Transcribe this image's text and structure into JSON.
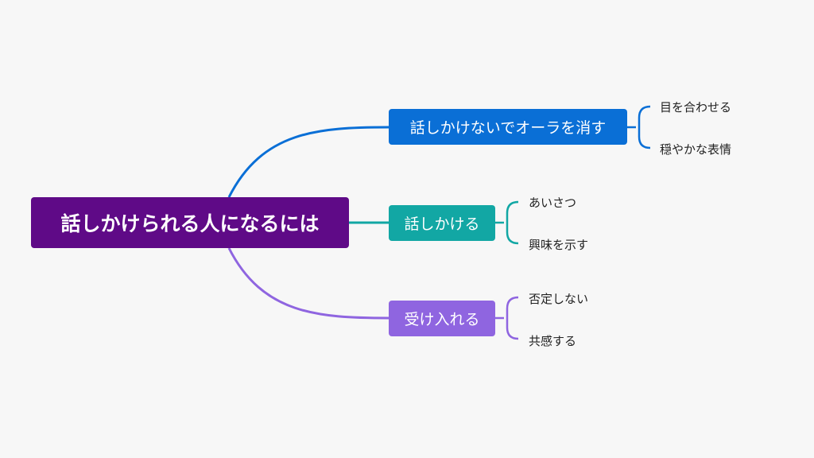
{
  "root": {
    "label": "話しかけられる人になるには",
    "color": "#5f0a87"
  },
  "branches": [
    {
      "label": "話しかけないでオーラを消す",
      "color": "#0a6fd6",
      "children": [
        "目を合わせる",
        "穏やかな表情"
      ]
    },
    {
      "label": "話しかける",
      "color": "#12a7a4",
      "children": [
        "あいさつ",
        "興味を示す"
      ]
    },
    {
      "label": "受け入れる",
      "color": "#8f65e0",
      "children": [
        "否定しない",
        "共感する"
      ]
    }
  ],
  "background": "#f7f7f7"
}
